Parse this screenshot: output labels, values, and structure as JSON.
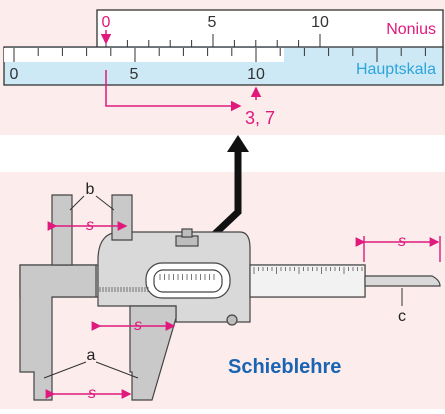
{
  "vernier": {
    "label": "Nonius",
    "ticks": [
      "0",
      "5",
      "10"
    ]
  },
  "main_scale": {
    "label": "Hauptskala",
    "ticks": [
      "0",
      "5",
      "10"
    ]
  },
  "reading": {
    "value": "3, 7"
  },
  "caliper": {
    "title": "Schieblehre",
    "part_a": "a",
    "part_b": "b",
    "part_c": "c",
    "dimension_label": "s"
  },
  "colors": {
    "accent": "#e0197d",
    "scale_blue": "#cde9f6",
    "label_blue": "#2da4dc",
    "caption_blue": "#1a64b4",
    "background_pink": "#fcecec",
    "metal": "#c9c9c9"
  }
}
